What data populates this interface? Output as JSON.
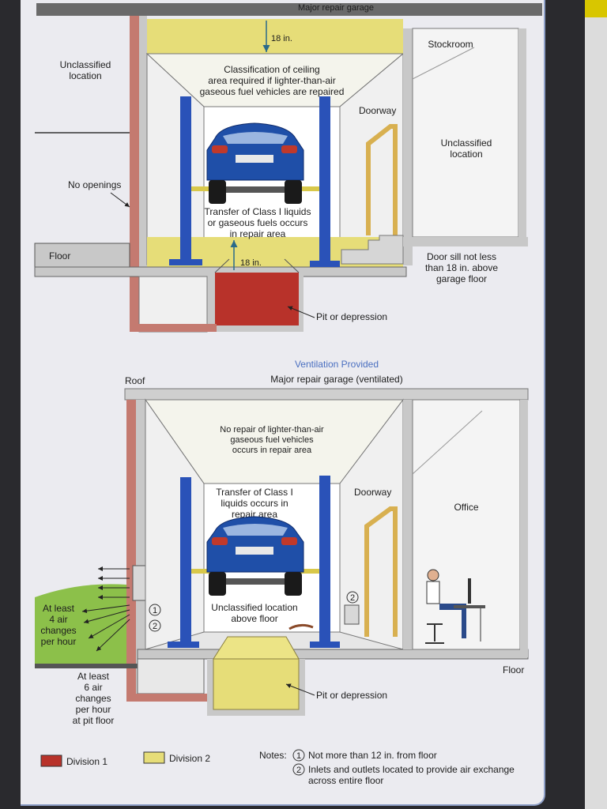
{
  "top": {
    "title": "Major repair garage",
    "dim_ceiling": "18 in.",
    "ceiling_note": [
      "Classification of ceiling",
      "area required if lighter-than-air",
      "gaseous fuel vehicles are repaired"
    ],
    "left_location": [
      "Unclassified",
      "location"
    ],
    "no_openings": "No openings",
    "floor": "Floor",
    "transfer": [
      "Transfer of Class I liquids",
      "or gaseous fuels occurs",
      "in repair area"
    ],
    "dim_floor": "18 in.",
    "doorway": "Doorway",
    "stockroom": "Stockroom",
    "stock_location": [
      "Unclassified",
      "location"
    ],
    "door_sill": [
      "Door sill not less",
      "than 18 in. above",
      "garage floor"
    ],
    "pit": "Pit or depression"
  },
  "ventilation_title": "Ventilation Provided",
  "bottom": {
    "roof": "Roof",
    "title": "Major repair garage (ventilated)",
    "no_repair": [
      "No repair of lighter-than-air",
      "gaseous fuel vehicles",
      "occurs in repair area"
    ],
    "transfer": [
      "Transfer of Class I",
      "liquids occurs in",
      "repair area"
    ],
    "doorway": "Doorway",
    "office": "Office",
    "unclassified": [
      "Unclassified location",
      "above floor"
    ],
    "air4": [
      "At least",
      "4 air",
      "changes",
      "per hour"
    ],
    "air6": [
      "At least",
      "6 air",
      "changes",
      "per hour",
      "at pit floor"
    ],
    "floor": "Floor",
    "pit": "Pit or depression",
    "mark1": "1",
    "mark2": "2"
  },
  "legend": {
    "div1": "Division 1",
    "div2": "Division 2",
    "notes_label": "Notes:",
    "note1": "Not more than 12 in. from floor",
    "note2_line1": "Inlets and outlets located to provide air exchange",
    "note2_line2": "across entire floor",
    "num1": "1",
    "num2": "2"
  },
  "colors": {
    "division1": "#b8322a",
    "division2": "#e6dd78",
    "wall": "#c8c8c8",
    "lift": "#2a52b8",
    "car": "#1f4fa8",
    "brick": "#c47a70",
    "grass": "#8cc04a",
    "ventilation_title": "#4a6fc0"
  }
}
